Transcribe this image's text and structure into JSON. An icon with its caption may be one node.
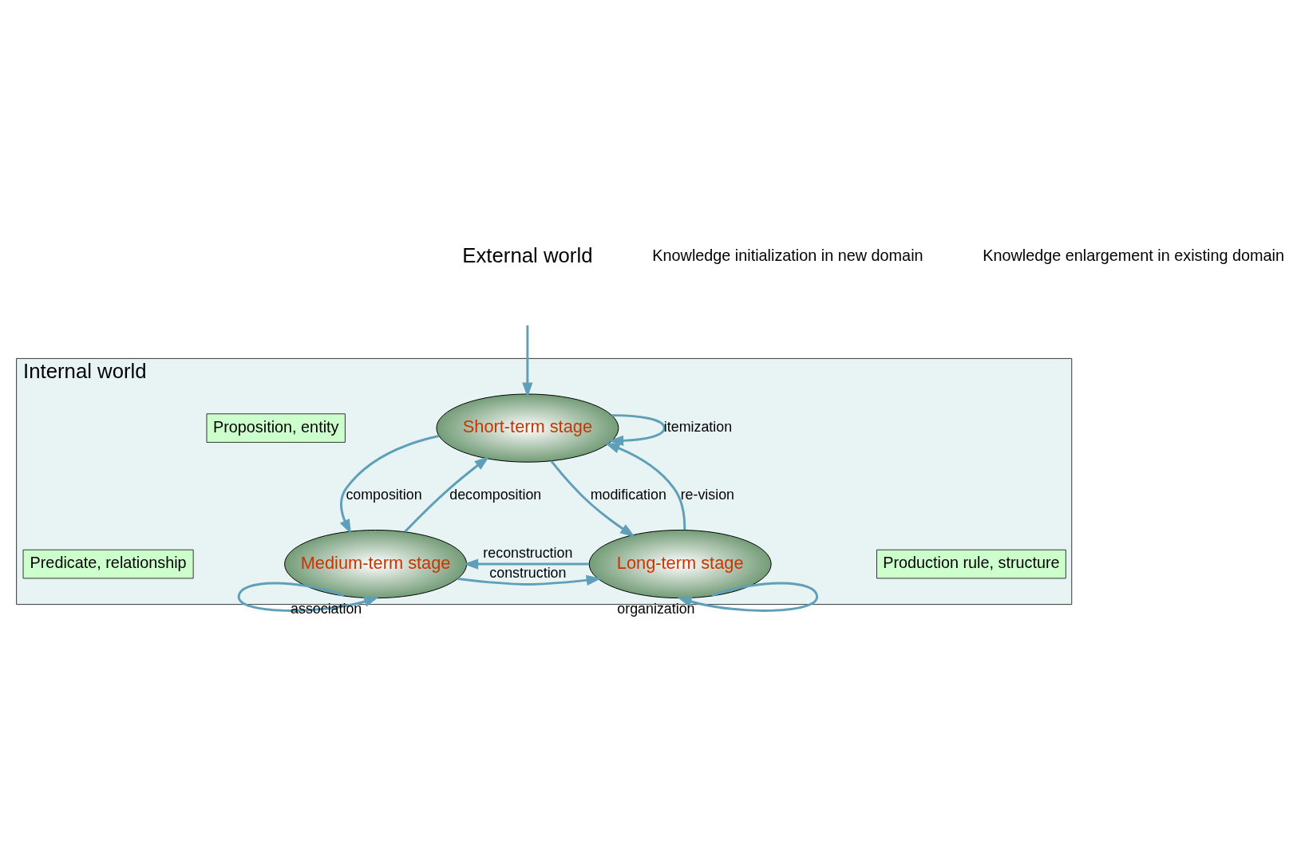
{
  "diagram": {
    "nodes": [
      {
        "text": [
          "Internal world"
        ]
      },
      {
        "text": [
          "Proposition, entity"
        ],
        "in": 0
      },
      {
        "text": [
          "Short-term stage"
        ],
        "in": 0
      },
      {
        "text": [
          "Predicate, relationship"
        ],
        "in": 0
      },
      {
        "text": [
          "Medium-term stage"
        ],
        "in": 0
      },
      {
        "text": [
          "Production rule, structure"
        ],
        "in": 0
      },
      {
        "text": [
          "Long-term stage"
        ],
        "in": 0
      }
    ],
    "edges": [
      {
        "from": null,
        "to": 2,
        "arrow": "to"
      },
      {
        "from": 2,
        "to": 2,
        "arrow": "to",
        "label": "itemization"
      },
      {
        "from": 4,
        "to": 2,
        "arrow": "to",
        "label": "decomposition"
      },
      {
        "from": 2,
        "to": 4,
        "arrow": "to",
        "label": "composition"
      },
      {
        "from": 2,
        "to": 6,
        "arrow": "to",
        "label": "modification"
      },
      {
        "from": 6,
        "to": 2,
        "arrow": "to",
        "label": "re-vision"
      },
      {
        "from": 4,
        "to": 6,
        "arrow": "to",
        "label": "construction"
      },
      {
        "from": 6,
        "to": 4,
        "arrow": "to",
        "label": "reconstruction"
      },
      {
        "from": 4,
        "to": 4,
        "arrow": "to",
        "label": "association"
      },
      {
        "from": 6,
        "to": 6,
        "arrow": "to",
        "label": "organization"
      }
    ],
    "labels": [
      "External world",
      "Knowledge initialization in new domain",
      "Knowledge enlargement in existing domain"
    ]
  }
}
